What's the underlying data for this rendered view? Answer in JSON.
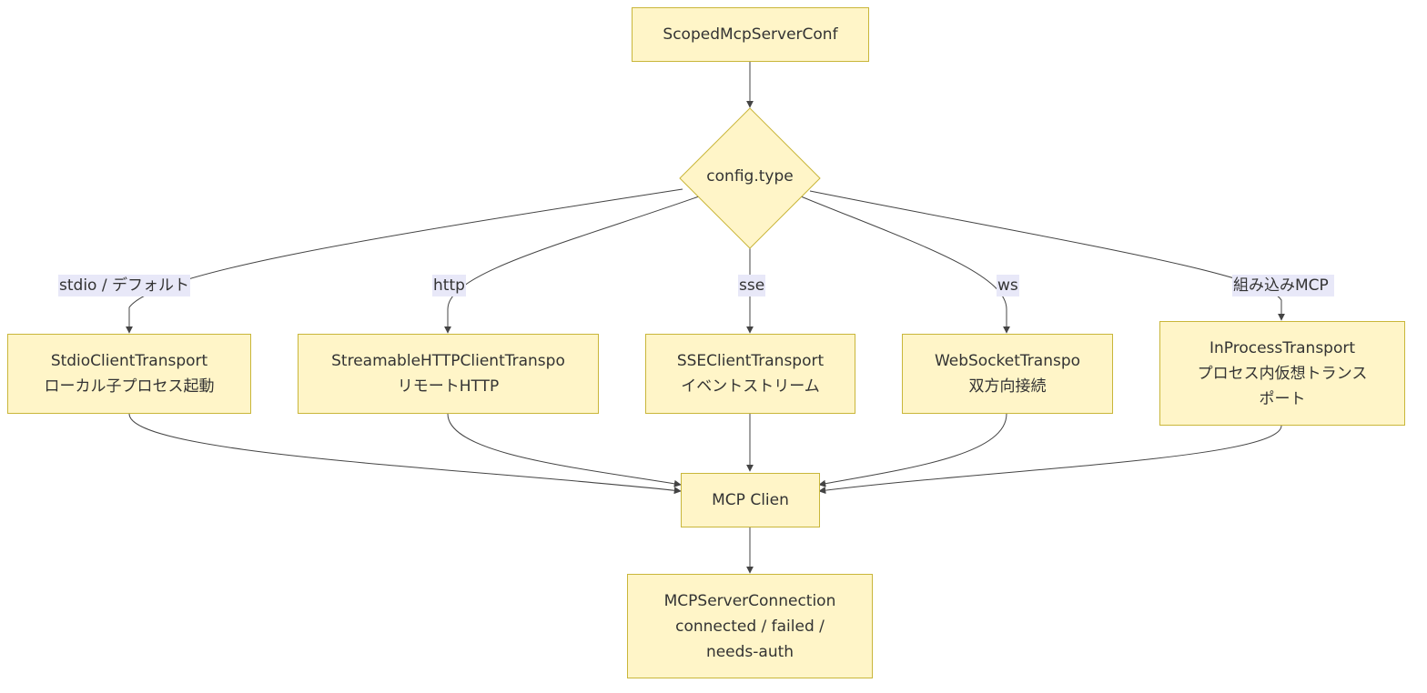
{
  "colors": {
    "node_fill": "#fff5c8",
    "node_border": "#c9b63a",
    "edge": "#444444",
    "edge_label_bg": "#e8e8f8"
  },
  "nodes": {
    "config": {
      "line1": "ScopedMcpServerConf"
    },
    "decision": {
      "line1": "config.type"
    },
    "stdio": {
      "line1": "StdioClientTransport",
      "line2": "ローカル子プロセス起動"
    },
    "http": {
      "line1": "StreamableHTTPClientTranspo",
      "line2": "リモートHTTP"
    },
    "sse": {
      "line1": "SSEClientTransport",
      "line2": "イベントストリーム"
    },
    "ws": {
      "line1": "WebSocketTranspo",
      "line2": "双方向接続"
    },
    "inprocess": {
      "line1": "InProcessTransport",
      "line2": "プロセス内仮想トランス",
      "line3": "ポート"
    },
    "client": {
      "line1": "MCP Clien"
    },
    "connection": {
      "line1": "MCPServerConnection",
      "line2": "connected / failed /",
      "line3": "needs-auth"
    }
  },
  "edge_labels": {
    "stdio": "stdio / デフォルト",
    "http": "http",
    "sse": "sse",
    "ws": "ws",
    "builtin": "組み込みMCP"
  }
}
